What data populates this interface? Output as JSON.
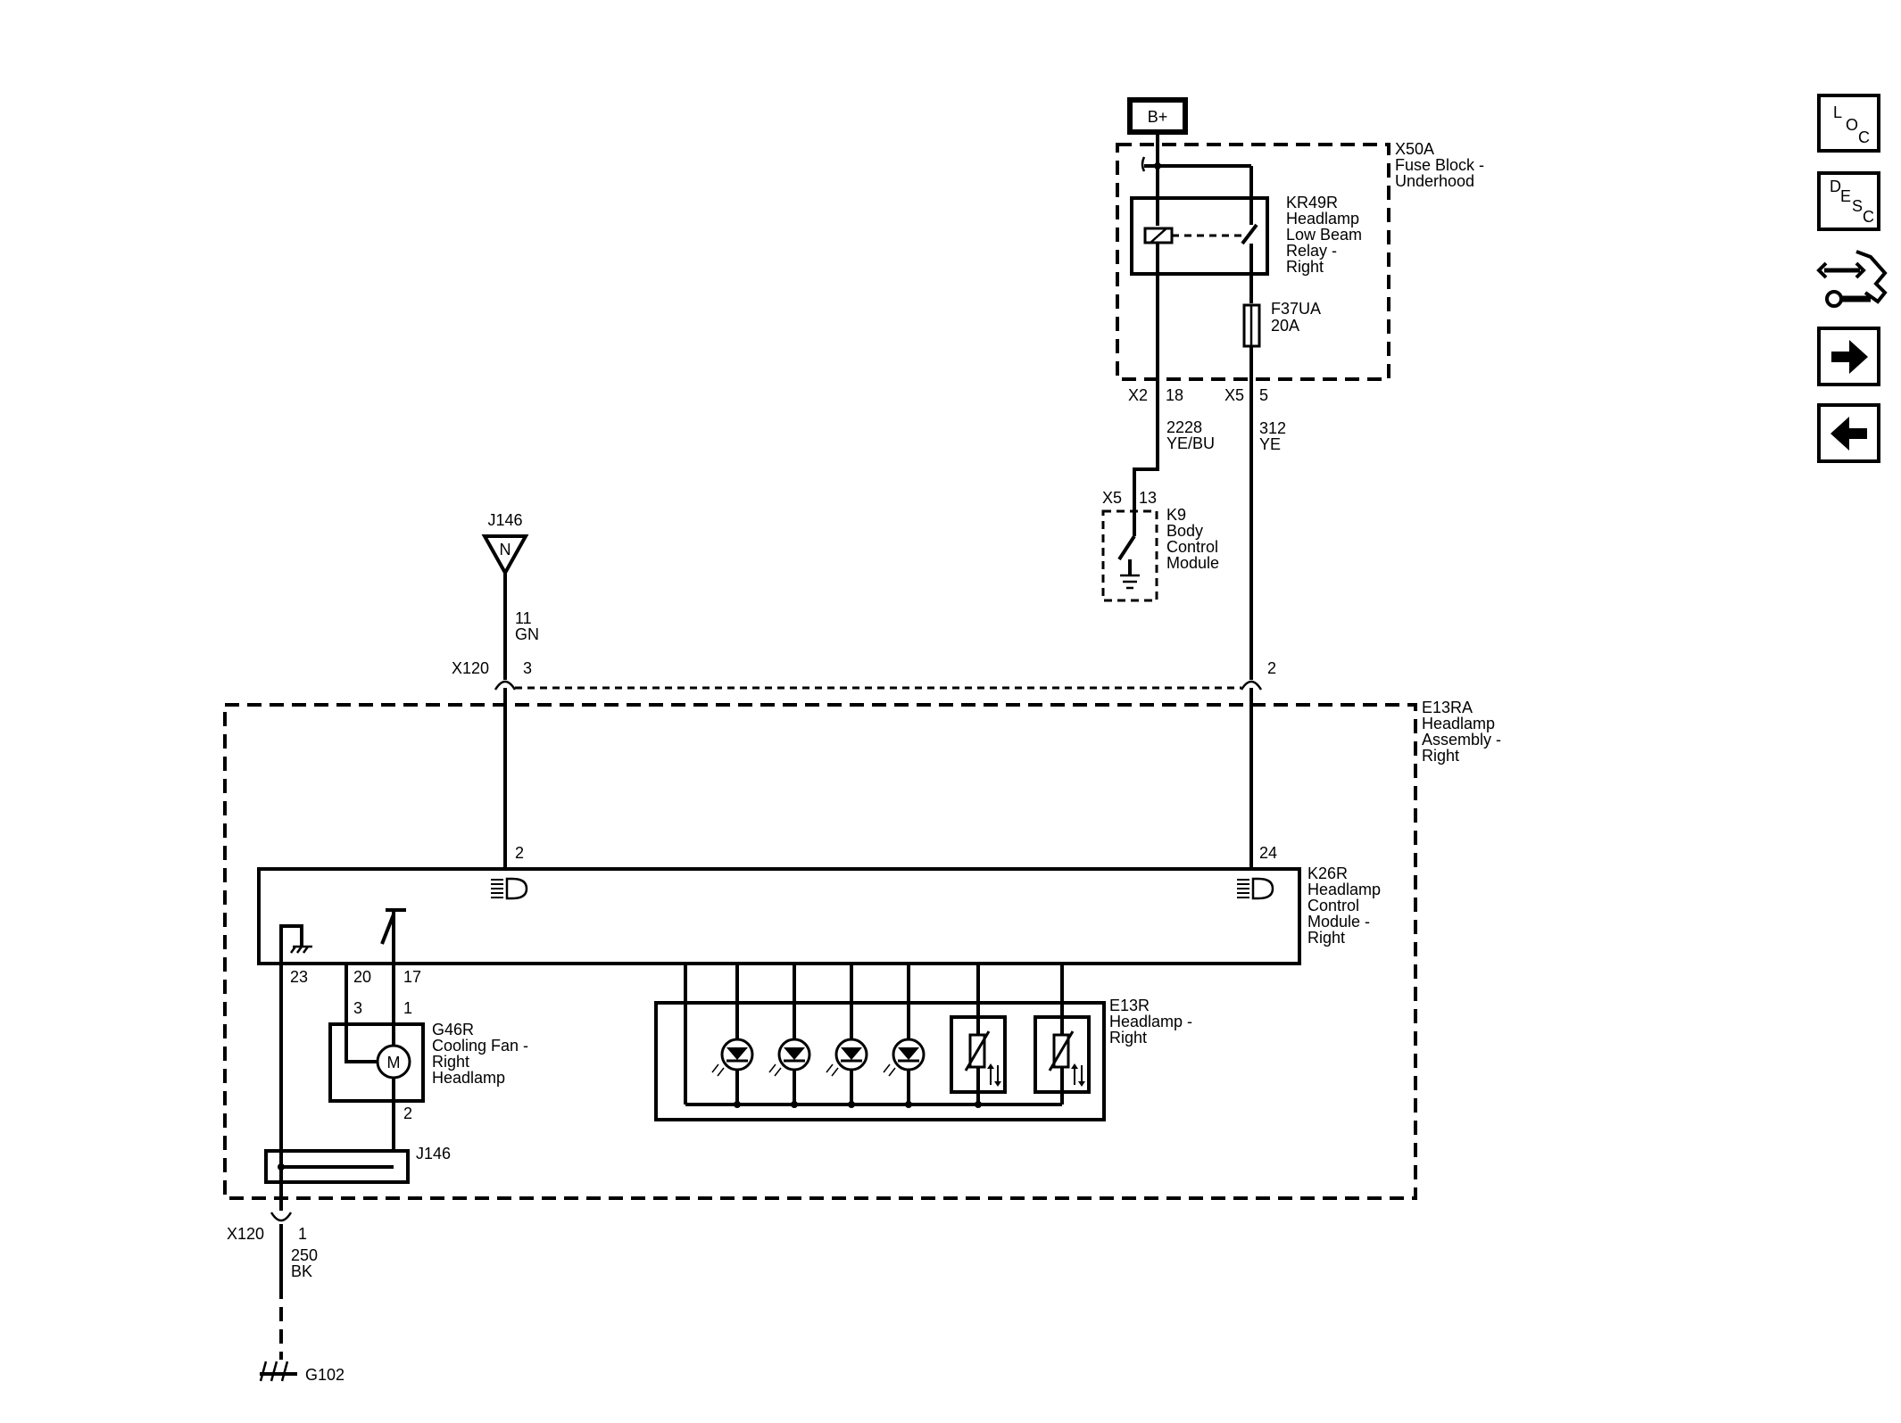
{
  "power": {
    "bplus": "B+"
  },
  "fuse_block": {
    "id": "X50A",
    "name_l1": "Fuse Block -",
    "name_l2": "Underhood",
    "conn_a": "X2",
    "pin_a": "18",
    "conn_b": "X5",
    "pin_b": "5"
  },
  "relay": {
    "l1": "KR49R",
    "l2": "Headlamp",
    "l3": "Low Beam",
    "l4": "Relay -",
    "l5": "Right"
  },
  "fuse": {
    "id": "F37UA",
    "rating": "20A"
  },
  "wire_2228": {
    "circuit": "2228",
    "color": "YE/BU"
  },
  "wire_312": {
    "circuit": "312",
    "color": "YE"
  },
  "bcm": {
    "conn": "X5",
    "pin": "13",
    "l1": "K9",
    "l2": "Body",
    "l3": "Control",
    "l4": "Module"
  },
  "splice_top": {
    "id": "J146",
    "symbol": "N"
  },
  "wire_11": {
    "circuit": "11",
    "color": "GN"
  },
  "x120_top": {
    "conn": "X120",
    "pin3": "3",
    "pin2": "2"
  },
  "assembly": {
    "l1": "E13RA",
    "l2": "Headlamp",
    "l3": "Assembly -",
    "l4": "Right"
  },
  "control_module": {
    "l1": "K26R",
    "l2": "Headlamp",
    "l3": "Control",
    "l4": "Module -",
    "l5": "Right",
    "pin_left": "2",
    "pin_right": "24",
    "pin23": "23",
    "pin20": "20",
    "pin17": "17"
  },
  "fan": {
    "l1": "G46R",
    "l2": "Cooling Fan -",
    "l3": "Right",
    "l4": "Headlamp",
    "pin3": "3",
    "pin1": "1",
    "pin2": "2",
    "motor": "M"
  },
  "headlamp": {
    "l1": "E13R",
    "l2": "Headlamp -",
    "l3": "Right"
  },
  "splice_bottom": {
    "id": "J146"
  },
  "x120_bottom": {
    "conn": "X120",
    "pin": "1"
  },
  "wire_250": {
    "circuit": "250",
    "color": "BK"
  },
  "ground": {
    "id": "G102"
  },
  "nav": {
    "loc": {
      "l": "L",
      "o": "O",
      "c": "C"
    },
    "desc": {
      "d": "D",
      "e": "E",
      "s": "S",
      "c": "C"
    },
    "icons": [
      "location-icon",
      "description-icon",
      "connector-repair-icon",
      "next-arrow-icon",
      "previous-arrow-icon"
    ]
  }
}
